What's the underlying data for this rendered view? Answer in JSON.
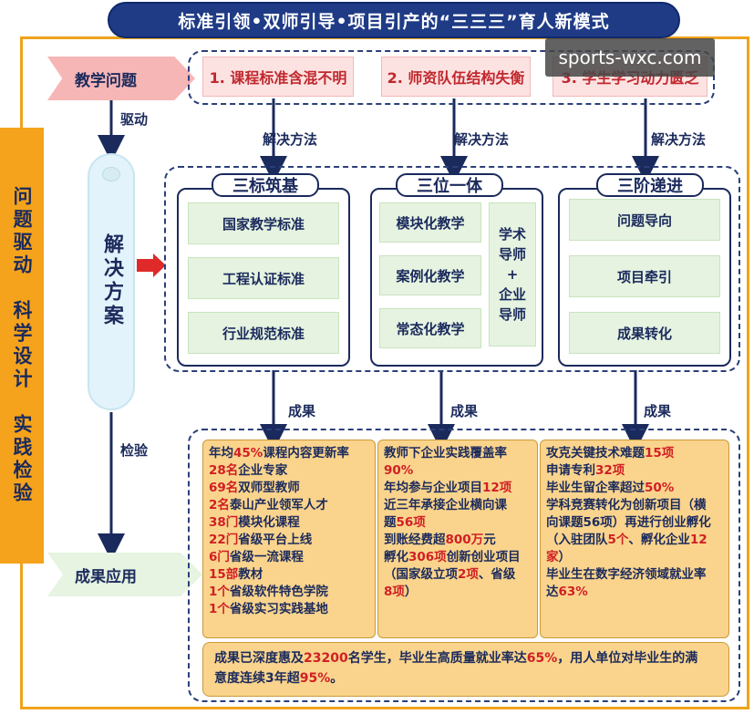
{
  "title": "标准引领•双师引导•项目引产的“三三三”育人新模式",
  "watermark": "sports-wxc.com",
  "side_label": [
    "问",
    "题",
    "驱",
    "动",
    " ",
    "科",
    "学",
    "设",
    "计",
    " ",
    "实",
    "践",
    "检",
    "验"
  ],
  "left_flow": {
    "problem": "教学问题",
    "drive": "驱动",
    "solution": "解决方案",
    "check": "检验",
    "application": "成果应用"
  },
  "problems": [
    "1. 课程标准含混不明",
    "2. 师资队伍结构失衡",
    "3. 学生学习动力匮乏"
  ],
  "method_label": "解决方法",
  "result_label": "成果",
  "panels": [
    {
      "title": "三标筑基",
      "items": [
        "国家教学标准",
        "工程认证标准",
        "行业规范标准"
      ]
    },
    {
      "title": "三位一体",
      "items": [
        "模块化教学",
        "案例化教学",
        "常态化教学"
      ],
      "side": [
        "学术",
        "导师",
        "+",
        "企业",
        "导师"
      ]
    },
    {
      "title": "三阶递进",
      "items": [
        "问题导向",
        "项目牵引",
        "成果转化"
      ]
    }
  ],
  "results": {
    "col1": [
      [
        [
          "年均",
          ""
        ],
        [
          "45%",
          "r"
        ],
        [
          "课程内容更新率",
          ""
        ]
      ],
      [
        [
          "28名",
          "r"
        ],
        [
          "企业专家",
          ""
        ]
      ],
      [
        [
          "69名",
          "r"
        ],
        [
          "双师型教师",
          ""
        ]
      ],
      [
        [
          "2名",
          "r"
        ],
        [
          "泰山产业领军人才",
          ""
        ]
      ],
      [
        [
          "38门",
          "r"
        ],
        [
          "模块化课程",
          ""
        ]
      ],
      [
        [
          "22门",
          "r"
        ],
        [
          "省级平台上线",
          ""
        ]
      ],
      [
        [
          "6门",
          "r"
        ],
        [
          "省级一流课程",
          ""
        ]
      ],
      [
        [
          "15部",
          "r"
        ],
        [
          "教材",
          ""
        ]
      ],
      [
        [
          "1个",
          "r"
        ],
        [
          "省级软件特色学院",
          ""
        ]
      ],
      [
        [
          "1个",
          "r"
        ],
        [
          "省级实习实践基地",
          ""
        ]
      ]
    ],
    "col2": [
      [
        [
          "教师下企业实践覆盖率",
          ""
        ]
      ],
      [
        [
          "90%",
          "r"
        ]
      ],
      [
        [
          "年均参与企业项目",
          ""
        ],
        [
          "12项",
          "r"
        ]
      ],
      [
        [
          "近三年承接企业横向课",
          ""
        ]
      ],
      [
        [
          "题",
          ""
        ],
        [
          "56项",
          "r"
        ]
      ],
      [
        [
          "到账经费超",
          ""
        ],
        [
          "800万",
          "r"
        ],
        [
          "元",
          ""
        ]
      ],
      [
        [
          "孵化",
          ""
        ],
        [
          "306项",
          "r"
        ],
        [
          "创新创业项目",
          ""
        ]
      ],
      [
        [
          "（国家级立项",
          ""
        ],
        [
          "2项",
          "r"
        ],
        [
          "、省级",
          ""
        ]
      ],
      [
        [
          "8项",
          "r"
        ],
        [
          "）",
          ""
        ]
      ]
    ],
    "col3": [
      [
        [
          "攻克关键技术难题",
          ""
        ],
        [
          "15项",
          "r"
        ]
      ],
      [
        [
          "申请专利",
          ""
        ],
        [
          "32项",
          "r"
        ]
      ],
      [
        [
          "毕业生留企率超过",
          ""
        ],
        [
          "50%",
          "r"
        ]
      ],
      [
        [
          "学科竞赛转化为创新项目（横",
          ""
        ]
      ],
      [
        [
          "向课题56项）再进行创业孵化",
          ""
        ]
      ],
      [
        [
          "（入驻团队",
          ""
        ],
        [
          "5个",
          "r"
        ],
        [
          "、孵化企业",
          ""
        ],
        [
          "12",
          "r"
        ]
      ],
      [
        [
          "家",
          "r"
        ],
        [
          "）",
          ""
        ]
      ],
      [
        [
          "毕业生在数字经济领域就业率",
          ""
        ]
      ],
      [
        [
          "达",
          ""
        ],
        [
          "63%",
          "r"
        ]
      ]
    ],
    "bottom": [
      [
        [
          "成果已深度惠及",
          ""
        ],
        [
          "23200",
          "r"
        ],
        [
          "名学生，毕业生高质量就业率达",
          ""
        ],
        [
          "65%",
          "r"
        ],
        [
          "，用人单位对毕业生的满",
          ""
        ]
      ],
      [
        [
          "意度连续3年超",
          ""
        ],
        [
          "95%",
          "r"
        ],
        [
          "。",
          ""
        ]
      ]
    ]
  },
  "colors": {
    "navy": "#1f3b86",
    "orange": "#f5a31c",
    "pink": "#f7b6b6",
    "green": "#e5f3e0",
    "result": "#fad48c",
    "red": "#d01f25"
  }
}
